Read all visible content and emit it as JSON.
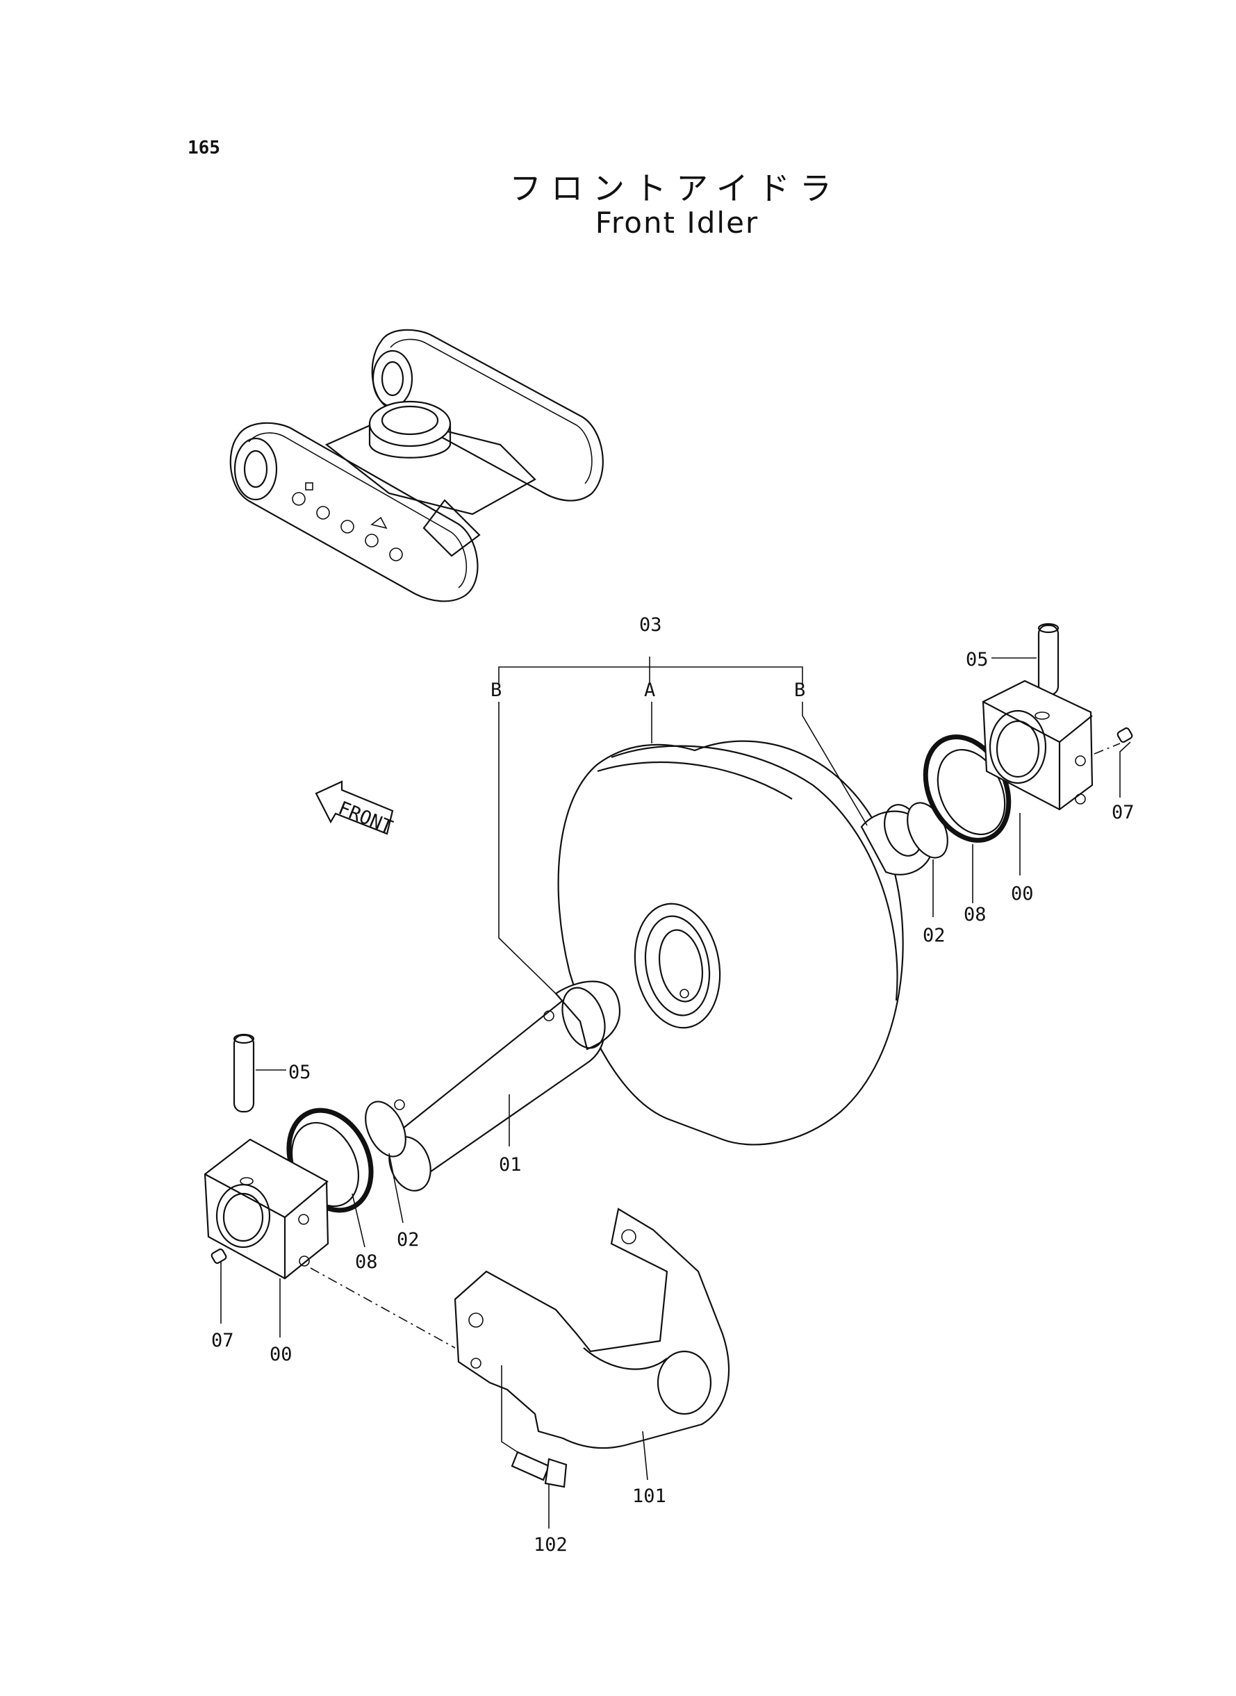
{
  "page": {
    "number": "165",
    "title_ja": "フロントアイドラ",
    "title_en": "Front Idler"
  },
  "diagram": {
    "front_arrow_label": "FRONT",
    "callouts": {
      "c03": "03",
      "cB_left": "B",
      "cA": "A",
      "cB_right": "B",
      "c05_right": "05",
      "c07_right": "07",
      "c00_right": "00",
      "c08_right": "08",
      "c02_right": "02",
      "c05_left": "05",
      "c01": "01",
      "c02_left": "02",
      "c08_left": "08",
      "c07_left": "07",
      "c00_left": "00",
      "c101": "101",
      "c102": "102"
    }
  }
}
